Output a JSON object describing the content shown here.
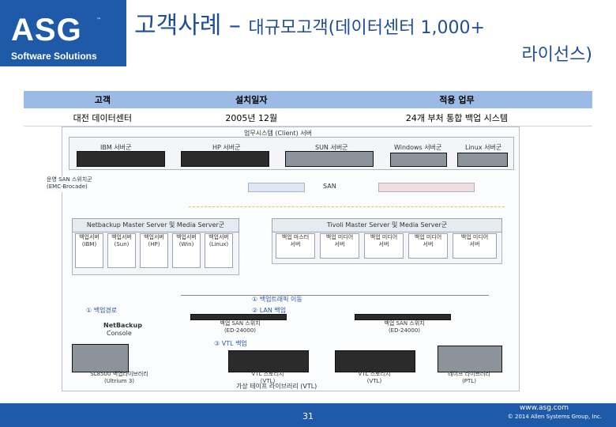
{
  "logo": {
    "mark": "ASG",
    "tm": "TM",
    "sub": "Software Solutions"
  },
  "title": {
    "main": "고객사례 – ",
    "small": "대규모고객(데이터센터 1,000+",
    "line2": "라이선스)"
  },
  "table": {
    "headers": [
      "고객",
      "설치일자",
      "적용 업무"
    ],
    "row": [
      "대전 데이터센터",
      "2005년 12월",
      "24개 부처 통합 백업 시스템"
    ]
  },
  "diagram": {
    "top_label": "업무시스템 (Client) 서버",
    "servers": [
      "IBM 서버군",
      "HP 서버군",
      "SUN 서버군",
      "Windows 서버군",
      "Linux 서버군"
    ],
    "san_left": "운영 SAN 스위치군\n(EMC-Brocade)",
    "san_center": "SAN",
    "nw_group": "Netbackup Master Server 및 Media Server군",
    "tsm_group": "Tivoli Master Server 및 Media Server군",
    "nw_cells": [
      "백업서버\n(IBM)",
      "백업서버\n(Sun)",
      "백업서버\n(HP)",
      "백업서버\n(Win)",
      "백업서버\n(Linux)"
    ],
    "tsm_cells": [
      "백업 마스터\n서버",
      "백업 미디어\n서버",
      "백업 미디어\n서버",
      "백업 미디어\n서버",
      "백업 미디어\n서버"
    ],
    "backup_traffic": "① 백업트래픽 이동",
    "backup_flow": "① 백업경로",
    "lan_backup": "② LAN 백업",
    "netbackup": "NetBackup",
    "console": "Console",
    "san_switch_left": "백업 SAN 스위치\n(ED-24000)",
    "san_switch_right": "백업 SAN 스위치\n(ED-24000)",
    "vtl_label": "③ VTL 백업",
    "lib_left": "SL8500 백업라이브러리\n(Ultrium 3)",
    "vtl_left": "VTL 스토리지\n(VTL)",
    "vtl_right": "VTL 스토리지\n(VTL)",
    "lib_right": "테이프 라이브러리\n(PTL)",
    "bottom_label": "가상 테이프 라이브러리 (VTL)"
  },
  "footer": {
    "page": "31",
    "url": "www.asg.com",
    "copy": "© 2014 Allen Systems Group, Inc."
  },
  "colors": {
    "brand": "#1f5aa8",
    "title": "#1f4e99",
    "table_header": "#9bbbe6"
  }
}
